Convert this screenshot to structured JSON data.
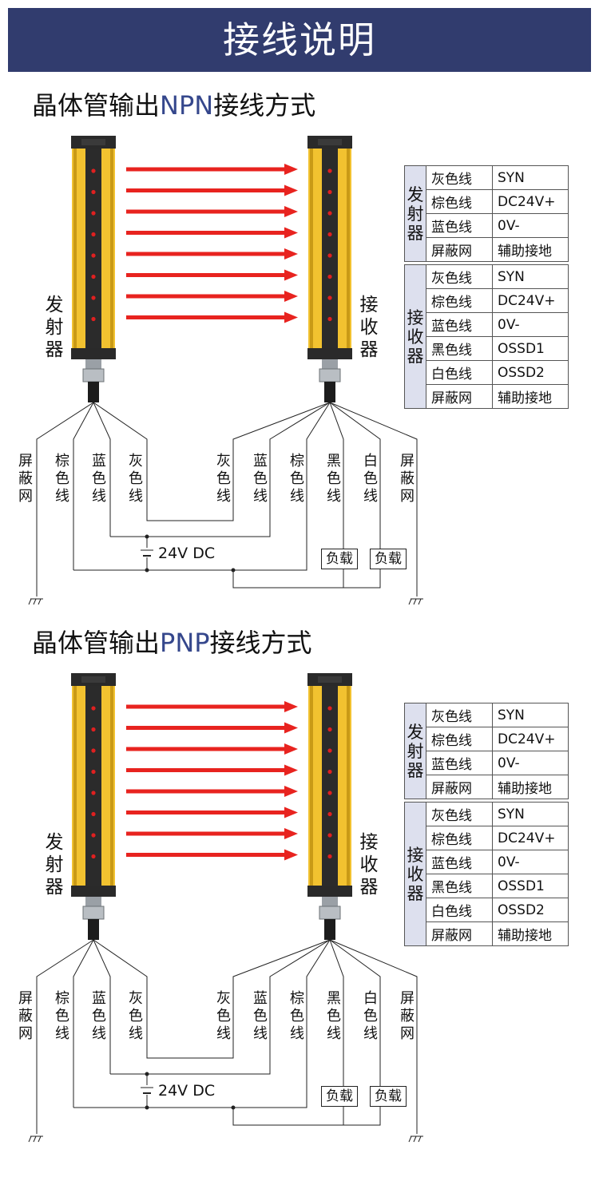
{
  "banner_title": "接线说明",
  "sections": [
    {
      "id": "npn",
      "title_prefix": "晶体管输出",
      "title_highlight": "NPN",
      "title_suffix": "接线方式",
      "emitter_label": "发射器",
      "receiver_label": "接收器",
      "emitter_wires": [
        "屏蔽网",
        "棕色线",
        "蓝色线",
        "灰色线"
      ],
      "receiver_wires": [
        "灰色线",
        "蓝色线",
        "棕色线",
        "黑色线",
        "白色线",
        "屏蔽网"
      ],
      "supply": "24V DC",
      "loads": [
        "负载",
        "负载"
      ],
      "legend": {
        "emitter": {
          "label": "发射器",
          "rows": [
            [
              "灰色线",
              "SYN"
            ],
            [
              "棕色线",
              "DC24V+"
            ],
            [
              "蓝色线",
              "0V-"
            ],
            [
              "屏蔽网",
              "辅助接地"
            ]
          ]
        },
        "receiver": {
          "label": "接收器",
          "rows": [
            [
              "灰色线",
              "SYN"
            ],
            [
              "棕色线",
              "DC24V+"
            ],
            [
              "蓝色线",
              "0V-"
            ],
            [
              "黑色线",
              "OSSD1"
            ],
            [
              "白色线",
              "OSSD2"
            ],
            [
              "屏蔽网",
              "辅助接地"
            ]
          ]
        }
      }
    },
    {
      "id": "pnp",
      "title_prefix": "晶体管输出",
      "title_highlight": "PNP",
      "title_suffix": "接线方式",
      "emitter_label": "发射器",
      "receiver_label": "接收器",
      "emitter_wires": [
        "屏蔽网",
        "棕色线",
        "蓝色线",
        "灰色线"
      ],
      "receiver_wires": [
        "灰色线",
        "蓝色线",
        "棕色线",
        "黑色线",
        "白色线",
        "屏蔽网"
      ],
      "supply": "24V DC",
      "loads": [
        "负载",
        "负载"
      ],
      "legend": {
        "emitter": {
          "label": "发射器",
          "rows": [
            [
              "灰色线",
              "SYN"
            ],
            [
              "棕色线",
              "DC24V+"
            ],
            [
              "蓝色线",
              "0V-"
            ],
            [
              "屏蔽网",
              "辅助接地"
            ]
          ]
        },
        "receiver": {
          "label": "接收器",
          "rows": [
            [
              "灰色线",
              "SYN"
            ],
            [
              "棕色线",
              "DC24V+"
            ],
            [
              "蓝色线",
              "0V-"
            ],
            [
              "黑色线",
              "OSSD1"
            ],
            [
              "白色线",
              "OSSD2"
            ],
            [
              "屏蔽网",
              "辅助接地"
            ]
          ]
        }
      }
    }
  ],
  "colors": {
    "banner": "#313c6e",
    "title_highlight": "#35478c",
    "beam": "#e8231f",
    "housing": "#f2c230",
    "legend_group_bg": "#dde0ee"
  }
}
